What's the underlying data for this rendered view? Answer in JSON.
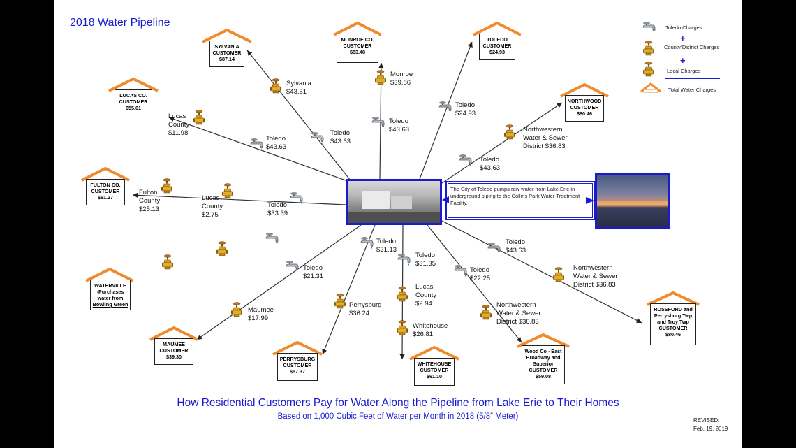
{
  "title": "2018 Water Pipeline",
  "legend": {
    "toledo": "Toledo Charges",
    "county": "County/District Charges",
    "local": "Local Charges",
    "total": "Total Water Charges",
    "plus": "+"
  },
  "info": "The City of Toledo pumps raw water from Lake Erie in underground piping to the Collins Park Water Treatment Facility.",
  "houses": {
    "sylvania": [
      "SYLVANIA",
      "CUSTOMER",
      "$87.14"
    ],
    "monroe": [
      "MONROE CO.",
      "CUSTOMER",
      "$83.48"
    ],
    "toledo": [
      "TOLEDO",
      "CUSTOMER",
      "$24.93"
    ],
    "lucas": [
      "LUCAS CO.",
      "CUSTOMER",
      "$55.61"
    ],
    "northwood": [
      "NORTHWOOD",
      "CUSTOMER",
      "$80.46"
    ],
    "fulton": [
      "FULTON CO.",
      "CUSTOMER",
      "$61.27"
    ],
    "waterville": [
      "WATERVILLE",
      "-Purchases",
      "water from",
      "Bowling Green"
    ],
    "maumee": [
      "MAUMEE",
      "CUSTOMER",
      "$39.30"
    ],
    "perrysburg": [
      "PERRYSBURG",
      "CUSTOMER",
      "$57.37"
    ],
    "whitehouse": [
      "WHITEHOUSE",
      "CUSTOMER",
      "$61.10"
    ],
    "woodco": [
      "Wood Co - East",
      "Broadway and",
      "Superior",
      "CUSTOMER",
      "$59.08"
    ],
    "rossford": [
      "ROSSFORD and",
      "Perrysburg Twp",
      "and Troy Twp",
      "CUSTOMER",
      "$80.46"
    ]
  },
  "labels": {
    "sylvania_local": [
      "Sylvania",
      "$43.51"
    ],
    "toledo_sylvania": [
      "Toledo",
      "$43.63"
    ],
    "monroe_county": [
      "Monroe",
      "$39.86"
    ],
    "toledo_monroe": [
      "Toledo",
      "$43.63"
    ],
    "toledo_toledo": [
      "Toledo",
      "$24.93"
    ],
    "lucas_county": [
      "Lucas",
      "County",
      "$11.98"
    ],
    "toledo_lucas": [
      "Toledo",
      "$43.63"
    ],
    "nw_northwood": [
      "Northwestern",
      "Water & Sewer",
      "District $36.83"
    ],
    "toledo_northwood": [
      "Toledo",
      "$43.63"
    ],
    "fulton_county": [
      "Fulton",
      "County",
      "$25.13"
    ],
    "lucas_fulton": [
      "Lucas",
      "County",
      "$2.75"
    ],
    "toledo_fulton": [
      "Toledo",
      "$33.39"
    ],
    "toledo_maumee": [
      "Toledo",
      "$21.31"
    ],
    "maumee_local": [
      "Maumee",
      "$17.99"
    ],
    "toledo_perrysburg": [
      "Toledo",
      "$21.13"
    ],
    "perrysburg_local": [
      "Perrysburg",
      "$36.24"
    ],
    "toledo_whitehouse": [
      "Toledo",
      "$31.35"
    ],
    "lucas_whitehouse": [
      "Lucas",
      "County",
      "$2.94"
    ],
    "whitehouse_local": [
      "Whitehouse",
      "$26.81"
    ],
    "toledo_woodco": [
      "Toledo",
      "$22.25"
    ],
    "nw_woodco": [
      "Northwestern",
      "Water & Sewer",
      "District $36.83"
    ],
    "toledo_rossford": [
      "Toledo",
      "$43.63"
    ],
    "nw_rossford": [
      "Northwestern",
      "Water & Sewer",
      "District $36.83"
    ]
  },
  "bottom": {
    "line1": "How Residential Customers Pay for Water Along the Pipeline from Lake Erie to Their Homes",
    "line2": "Based on 1,000 Cubic Feet of Water per Month in 2018 (5/8” Meter)"
  },
  "revised": [
    "REVISED:",
    "Feb. 19, 2019"
  ],
  "colors": {
    "accent": "#1a1ad0",
    "roof": "#f08a2c",
    "valve": "#d9a21c"
  }
}
